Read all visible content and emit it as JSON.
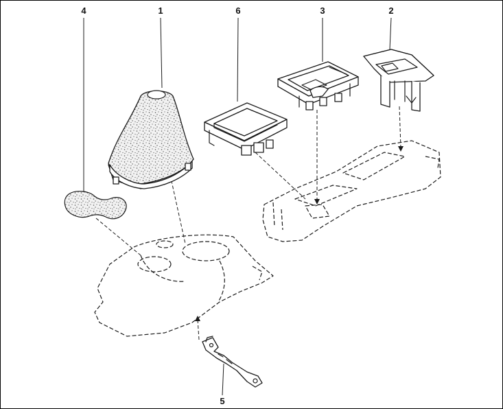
{
  "callouts": {
    "c1": "1",
    "c2": "2",
    "c3": "3",
    "c4": "4",
    "c5": "5",
    "c6": "6"
  },
  "colors": {
    "line": "#1a1a1a",
    "background": "#ffffff",
    "texture": "#555555"
  }
}
